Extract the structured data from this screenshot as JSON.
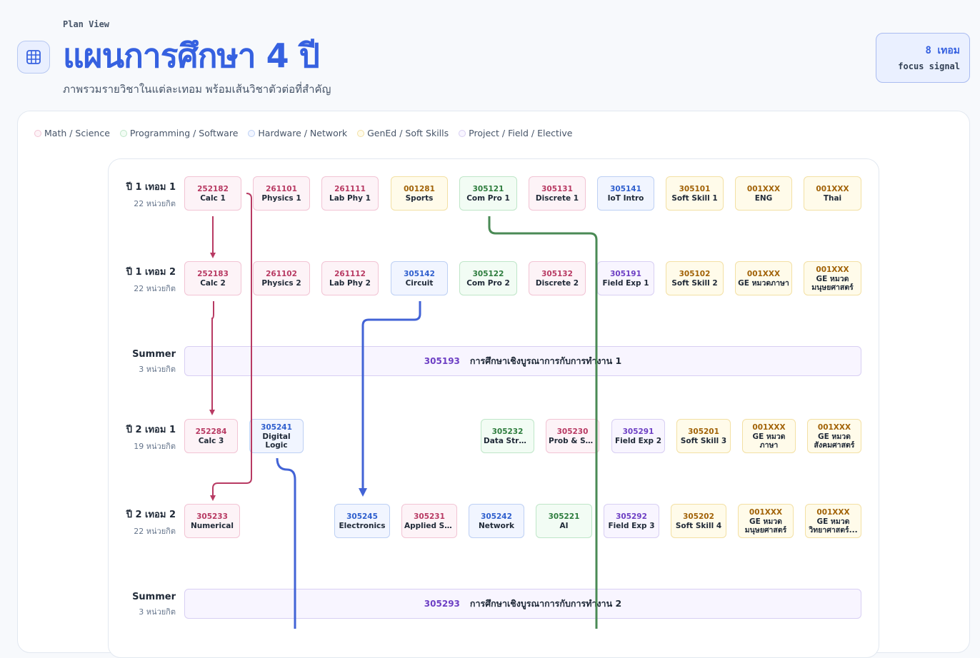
{
  "header": {
    "kicker": "Plan View",
    "title": "แผนการศึกษา 4 ปี",
    "subtitle": "ภาพรวมรายวิชาในแต่ละเทอม พร้อมเส้นวิชาตัวต่อที่สำคัญ",
    "signal_value": "8 เทอม",
    "signal_label": "focus signal"
  },
  "legend": [
    {
      "label": "Math / Science",
      "color": "#f2c4d4"
    },
    {
      "label": "Programming / Software",
      "color": "#bfe6c8"
    },
    {
      "label": "Hardware / Network",
      "color": "#bdd0f4"
    },
    {
      "label": "GenEd / Soft Skills",
      "color": "#f3e0a4"
    },
    {
      "label": "Project / Field / Elective",
      "color": "#d8cff3"
    }
  ],
  "rows": [
    {
      "name": "ปี 1 เทอม 1",
      "units": "22 หน่วยกิต"
    },
    {
      "name": "ปี 1 เทอม 2",
      "units": "22 หน่วยกิต"
    },
    {
      "name": "Summer",
      "units": "3 หน่วยกิต"
    },
    {
      "name": "ปี 2 เทอม 1",
      "units": "19 หน่วยกิต"
    },
    {
      "name": "ปี 2 เทอม 2",
      "units": "22 หน่วยกิต"
    },
    {
      "name": "Summer",
      "units": "3 หน่วยกิต"
    }
  ],
  "courses": [
    {
      "code": "252182",
      "title": "Calc 1",
      "cat": "m"
    },
    {
      "code": "261101",
      "title": "Physics 1",
      "cat": "m"
    },
    {
      "code": "261111",
      "title": "Lab Phy 1",
      "cat": "m"
    },
    {
      "code": "001281",
      "title": "Sports",
      "cat": "g"
    },
    {
      "code": "305121",
      "title": "Com Pro 1",
      "cat": "p"
    },
    {
      "code": "305131",
      "title": "Discrete 1",
      "cat": "m"
    },
    {
      "code": "305141",
      "title": "IoT Intro",
      "cat": "h"
    },
    {
      "code": "305101",
      "title": "Soft Skill 1",
      "cat": "g"
    },
    {
      "code": "001XXX",
      "title": "ENG",
      "cat": "g"
    },
    {
      "code": "001XXX",
      "title": "Thai",
      "cat": "g"
    },
    {
      "code": "252183",
      "title": "Calc 2",
      "cat": "m"
    },
    {
      "code": "261102",
      "title": "Physics 2",
      "cat": "m"
    },
    {
      "code": "261112",
      "title": "Lab Phy 2",
      "cat": "m"
    },
    {
      "code": "305142",
      "title": "Circuit",
      "cat": "h"
    },
    {
      "code": "305122",
      "title": "Com Pro 2",
      "cat": "p"
    },
    {
      "code": "305132",
      "title": "Discrete 2",
      "cat": "m"
    },
    {
      "code": "305191",
      "title": "Field Exp 1",
      "cat": "e"
    },
    {
      "code": "305102",
      "title": "Soft Skill 2",
      "cat": "g"
    },
    {
      "code": "001XXX",
      "title": "GE หมวดภาษา",
      "cat": "g"
    },
    {
      "code": "001XXX",
      "title": "GE หมวด",
      "title2": "มนุษยศาสตร์",
      "cat": "g"
    },
    {
      "code": "252284",
      "title": "Calc 3",
      "cat": "m"
    },
    {
      "code": "305241",
      "title": "Digital",
      "title2": "Logic",
      "cat": "h"
    },
    {
      "code": "305232",
      "title": "Data Struct",
      "cat": "p"
    },
    {
      "code": "305230",
      "title": "Prob & Stat",
      "cat": "m"
    },
    {
      "code": "305291",
      "title": "Field Exp 2",
      "cat": "e"
    },
    {
      "code": "305201",
      "title": "Soft Skill 3",
      "cat": "g"
    },
    {
      "code": "001XXX",
      "title": "GE หมวด",
      "title2": "ภาษา",
      "cat": "g"
    },
    {
      "code": "001XXX",
      "title": "GE หมวด",
      "title2": "สังคมศาสตร์",
      "cat": "g"
    },
    {
      "code": "305233",
      "title": "Numerical",
      "cat": "m"
    },
    {
      "code": "305245",
      "title": "Electronics",
      "cat": "h"
    },
    {
      "code": "305231",
      "title": "Applied Stat",
      "cat": "m"
    },
    {
      "code": "305242",
      "title": "Network",
      "cat": "h"
    },
    {
      "code": "305221",
      "title": "AI",
      "cat": "p"
    },
    {
      "code": "305292",
      "title": "Field Exp 3",
      "cat": "e"
    },
    {
      "code": "305202",
      "title": "Soft Skill 4",
      "cat": "g"
    },
    {
      "code": "001XXX",
      "title": "GE หมวด",
      "title2": "มนุษยศาสตร์",
      "cat": "g"
    },
    {
      "code": "001XXX",
      "title": "GE หมวด",
      "title2": "วิทยาศาสตร์...",
      "cat": "g"
    }
  ],
  "summers": [
    {
      "code": "305193",
      "title": "การศึกษาเชิงบูรณาการกับการทำงาน 1"
    },
    {
      "code": "305293",
      "title": "การศึกษาเชิงบูรณาการกับการทำงาน 2"
    }
  ],
  "link_colors": {
    "math": "#b83a63",
    "hardware": "#4263d6",
    "programming": "#4a8a55"
  }
}
